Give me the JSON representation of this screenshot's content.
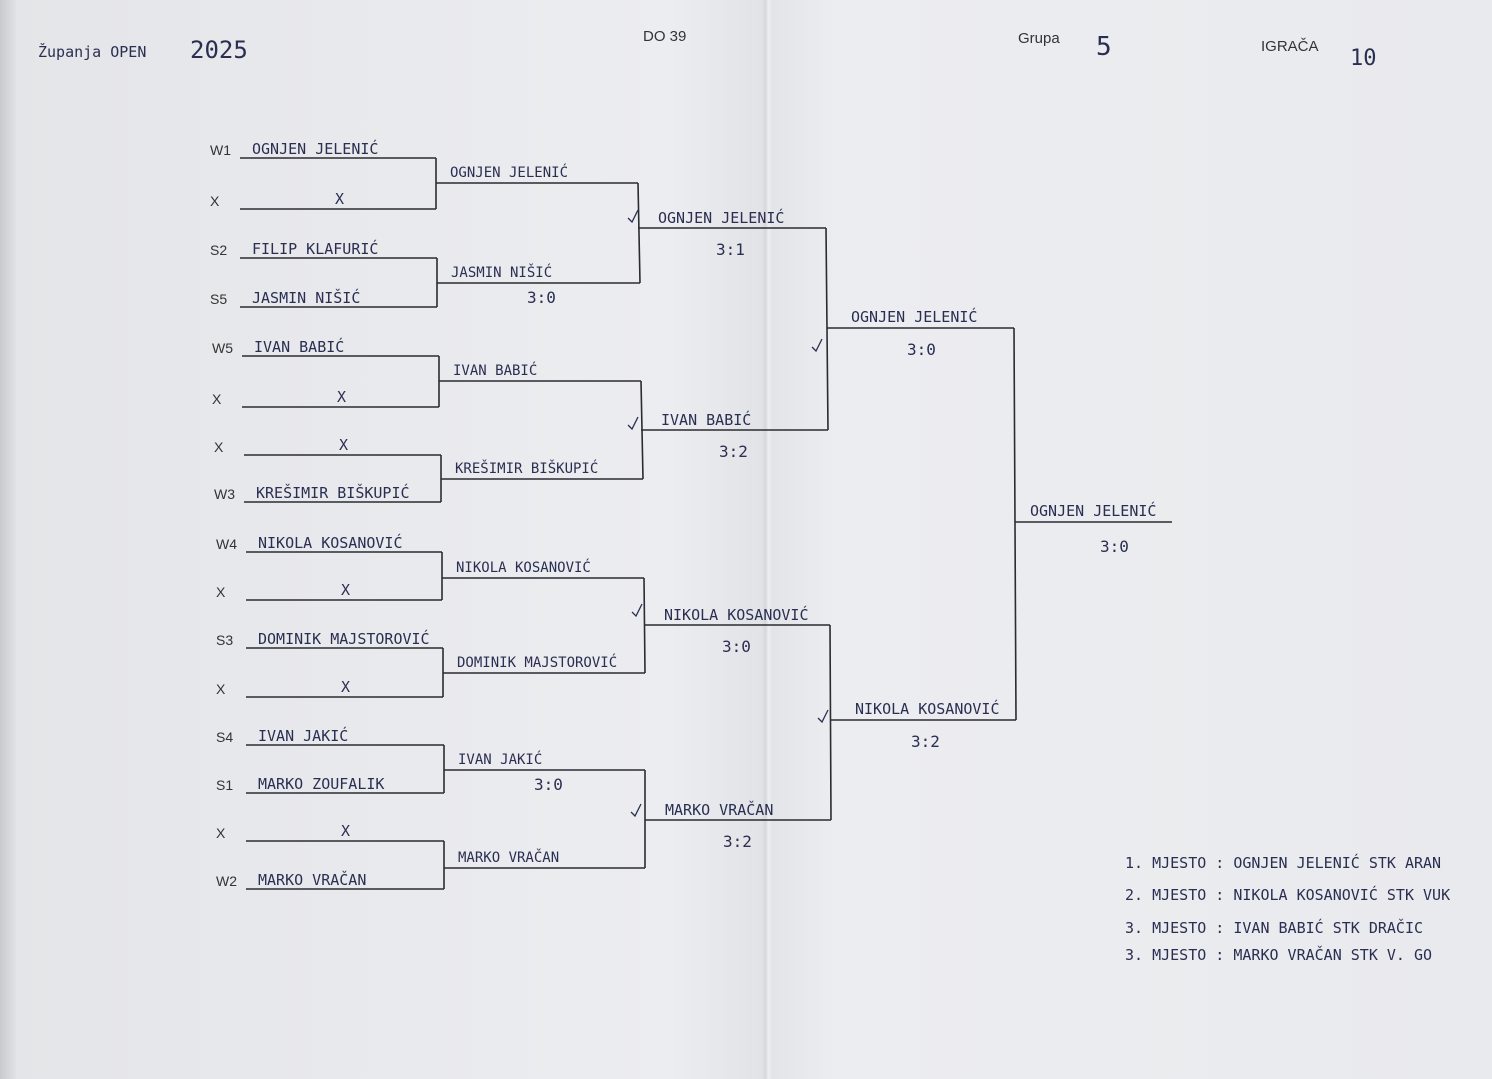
{
  "header": {
    "tournament_name": "Županja OPEN",
    "year": "2025",
    "category": "DO 39",
    "group_label": "Grupa",
    "group_value": "5",
    "players_label": "IGRAČA",
    "players_value": "10"
  },
  "round1": [
    {
      "seed": "W1",
      "name": "OGNJEN JELENIĆ"
    },
    {
      "seed": "X",
      "name": "X"
    },
    {
      "seed": "S2",
      "name": "FILIP KLAFURIĆ"
    },
    {
      "seed": "S5",
      "name": "JASMIN NIŠIĆ"
    },
    {
      "seed": "W5",
      "name": "IVAN BABIĆ"
    },
    {
      "seed": "X",
      "name": "X"
    },
    {
      "seed": "X",
      "name": "X"
    },
    {
      "seed": "W3",
      "name": "KREŠIMIR BIŠKUPIĆ"
    },
    {
      "seed": "W4",
      "name": "NIKOLA KOSANOVIĆ"
    },
    {
      "seed": "X",
      "name": "X"
    },
    {
      "seed": "S3",
      "name": "DOMINIK MAJSTOROVIĆ"
    },
    {
      "seed": "X",
      "name": "X"
    },
    {
      "seed": "S4",
      "name": "IVAN JAKIĆ"
    },
    {
      "seed": "S1",
      "name": "MARKO ZOUFALIK"
    },
    {
      "seed": "X",
      "name": "X"
    },
    {
      "seed": "W2",
      "name": "MARKO VRAČAN"
    }
  ],
  "round2": [
    {
      "name": "OGNJEN JELENIĆ",
      "score": ""
    },
    {
      "name": "JASMIN NIŠIĆ",
      "score": "3:0"
    },
    {
      "name": "IVAN BABIĆ",
      "score": ""
    },
    {
      "name": "KREŠIMIR BIŠKUPIĆ",
      "score": ""
    },
    {
      "name": "NIKOLA KOSANOVIĆ",
      "score": ""
    },
    {
      "name": "DOMINIK MAJSTOROVIĆ",
      "score": ""
    },
    {
      "name": "IVAN JAKIĆ",
      "score": "3:0"
    },
    {
      "name": "MARKO VRAČAN",
      "score": ""
    }
  ],
  "round3": [
    {
      "name": "OGNJEN JELENIĆ",
      "score": "3:1"
    },
    {
      "name": "IVAN BABIĆ",
      "score": "3:2"
    },
    {
      "name": "NIKOLA KOSANOVIĆ",
      "score": "3:0"
    },
    {
      "name": "MARKO VRAČAN",
      "score": "3:2"
    }
  ],
  "round4": [
    {
      "name": "OGNJEN JELENIĆ",
      "score": "3:0"
    },
    {
      "name": "NIKOLA KOSANOVIĆ",
      "score": "3:2"
    }
  ],
  "winner": {
    "name": "OGNJEN JELENIĆ",
    "score": "3:0"
  },
  "placements": [
    "1. MJESTO : OGNJEN JELENIĆ STK ARAN",
    "2. MJESTO : NIKOLA KOSANOVIĆ STK VUK",
    "3. MJESTO : IVAN BABIĆ STK DRAČIC",
    "3. MJESTO : MARKO VRAČAN STK V. GO"
  ],
  "colors": {
    "ink": "#2a2f52",
    "line": "#2b2b33",
    "paper": "#ebecef"
  }
}
